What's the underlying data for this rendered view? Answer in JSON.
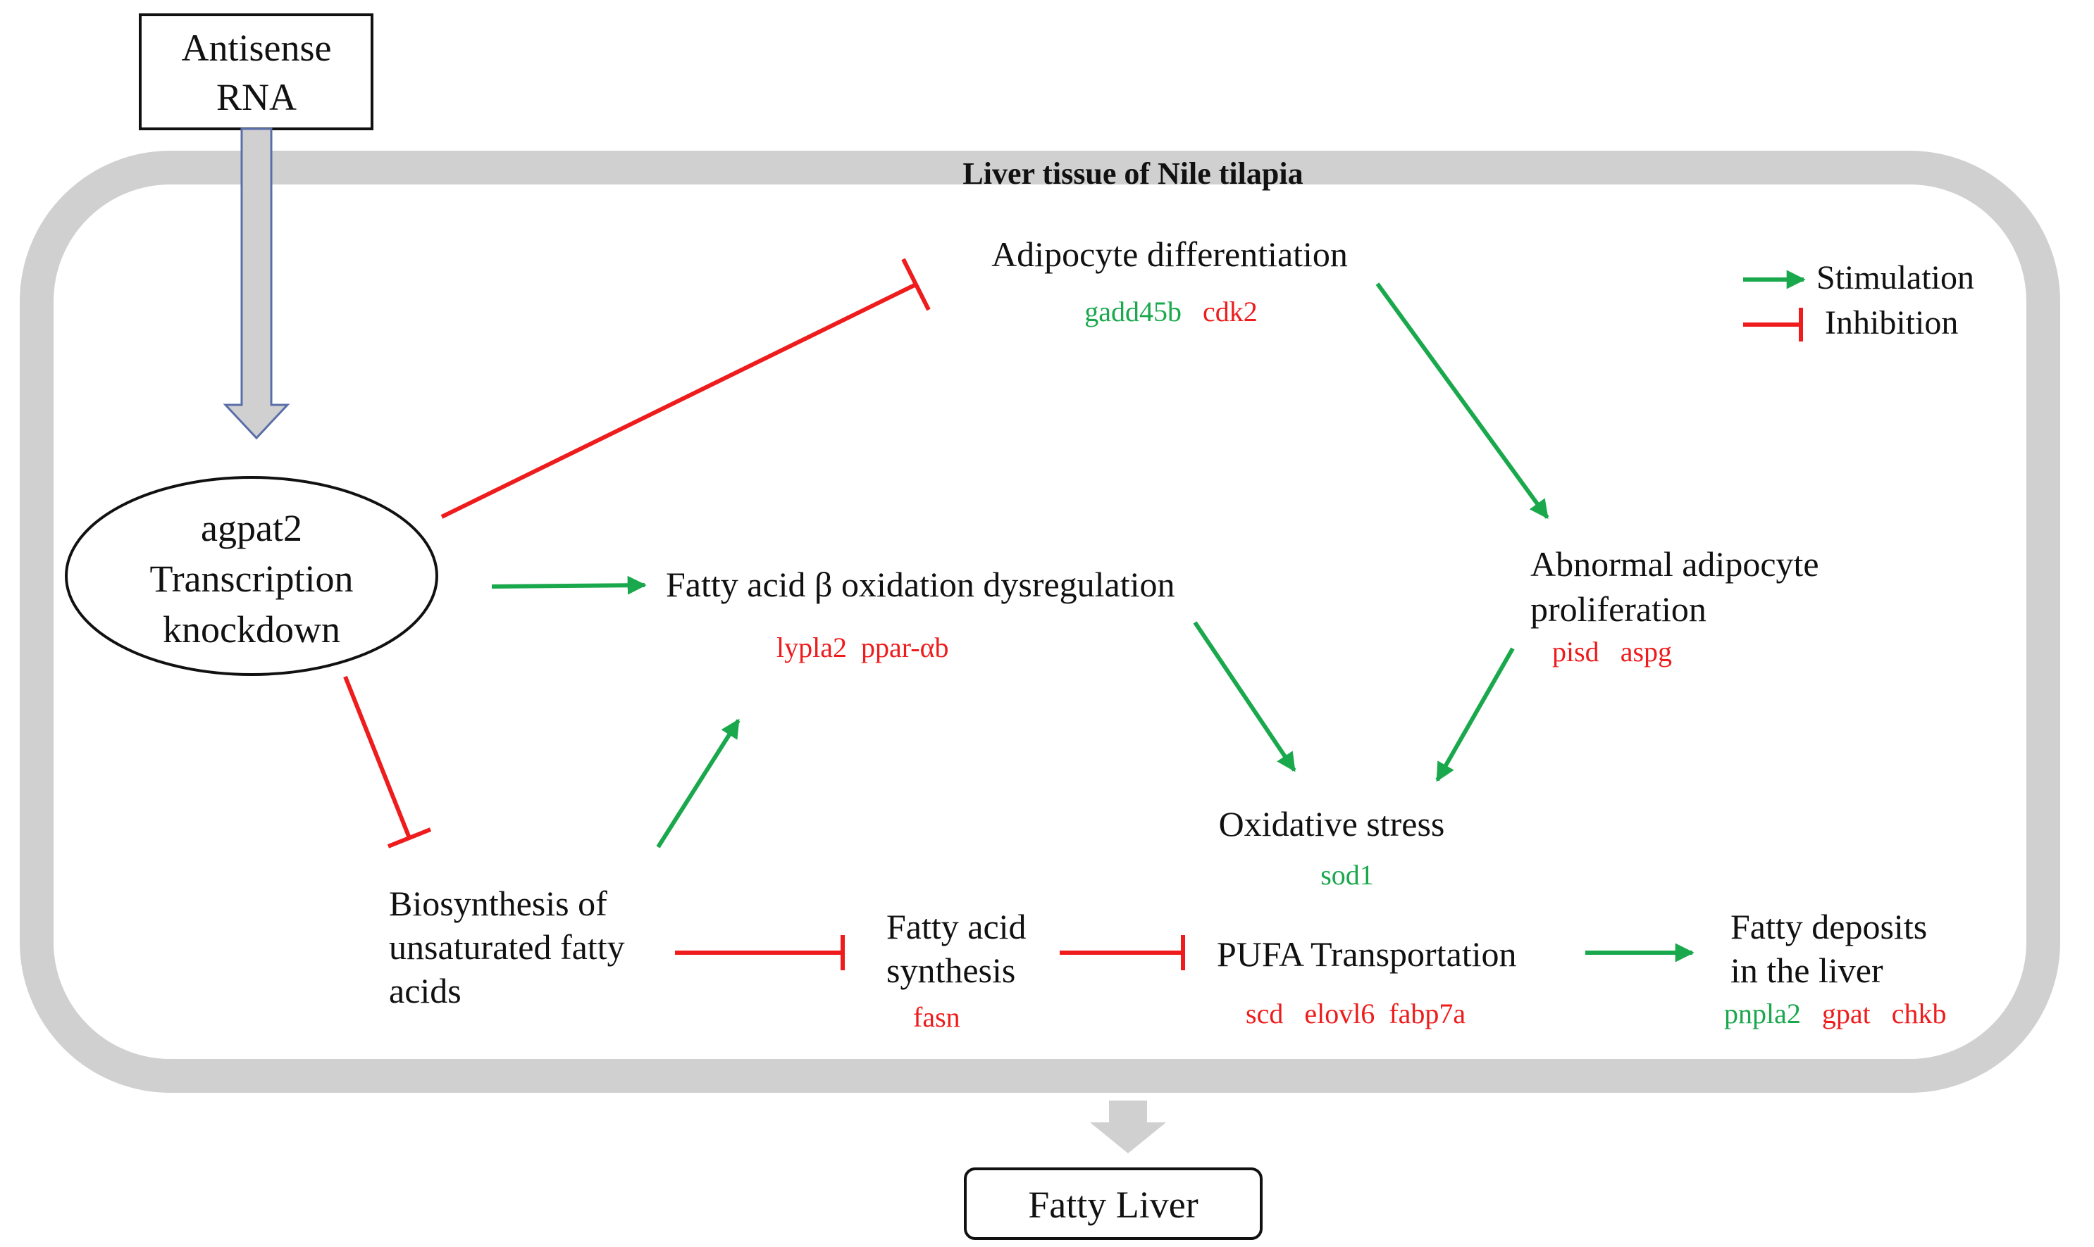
{
  "colors": {
    "stimulation": "#1aa84c",
    "inhibition": "#ee1c1c",
    "container": "#d0d0d0",
    "up_gene": "#1aa84c",
    "down_gene": "#ee1c1c"
  },
  "antisense": {
    "line1": "Antisense",
    "line2": "RNA"
  },
  "container_title": "Liver tissue of Nile tilapia",
  "agpat2": {
    "line1": "agpat2",
    "line2": "Transcription",
    "line3": "knockdown"
  },
  "adipocyte": {
    "label": "Adipocyte differentiation",
    "genes": [
      {
        "name": "gadd45b",
        "color": "green"
      },
      {
        "name": "cdk2",
        "color": "red"
      }
    ]
  },
  "fatty_oxidation": {
    "label": "Fatty acid β oxidation dysregulation",
    "genes": [
      {
        "name": "lypla2",
        "color": "red"
      },
      {
        "name": "ppar-αb",
        "color": "red"
      }
    ]
  },
  "abnormal": {
    "line1": "Abnormal adipocyte",
    "line2": "proliferation",
    "genes": [
      {
        "name": "pisd",
        "color": "red"
      },
      {
        "name": "aspg",
        "color": "red"
      }
    ]
  },
  "oxidative": {
    "label": "Oxidative stress",
    "genes": [
      {
        "name": "sod1",
        "color": "green"
      }
    ]
  },
  "biosynthesis": {
    "line1": "Biosynthesis of",
    "line2": "unsaturated fatty",
    "line3": "acids"
  },
  "fa_synthesis": {
    "line1": "Fatty acid",
    "line2": "synthesis",
    "genes": [
      {
        "name": "fasn",
        "color": "red"
      }
    ]
  },
  "pufa": {
    "label": "PUFA Transportation",
    "genes": [
      {
        "name": "scd",
        "color": "red"
      },
      {
        "name": "elovl6",
        "color": "red"
      },
      {
        "name": "fabp7a",
        "color": "red"
      }
    ]
  },
  "deposits": {
    "line1": "Fatty deposits",
    "line2": "in the liver",
    "genes": [
      {
        "name": "pnpla2",
        "color": "green"
      },
      {
        "name": "gpat",
        "color": "red"
      },
      {
        "name": "chkb",
        "color": "red"
      }
    ]
  },
  "legend": {
    "stimulation": "Stimulation",
    "inhibition": "Inhibition"
  },
  "result": "Fatty Liver"
}
